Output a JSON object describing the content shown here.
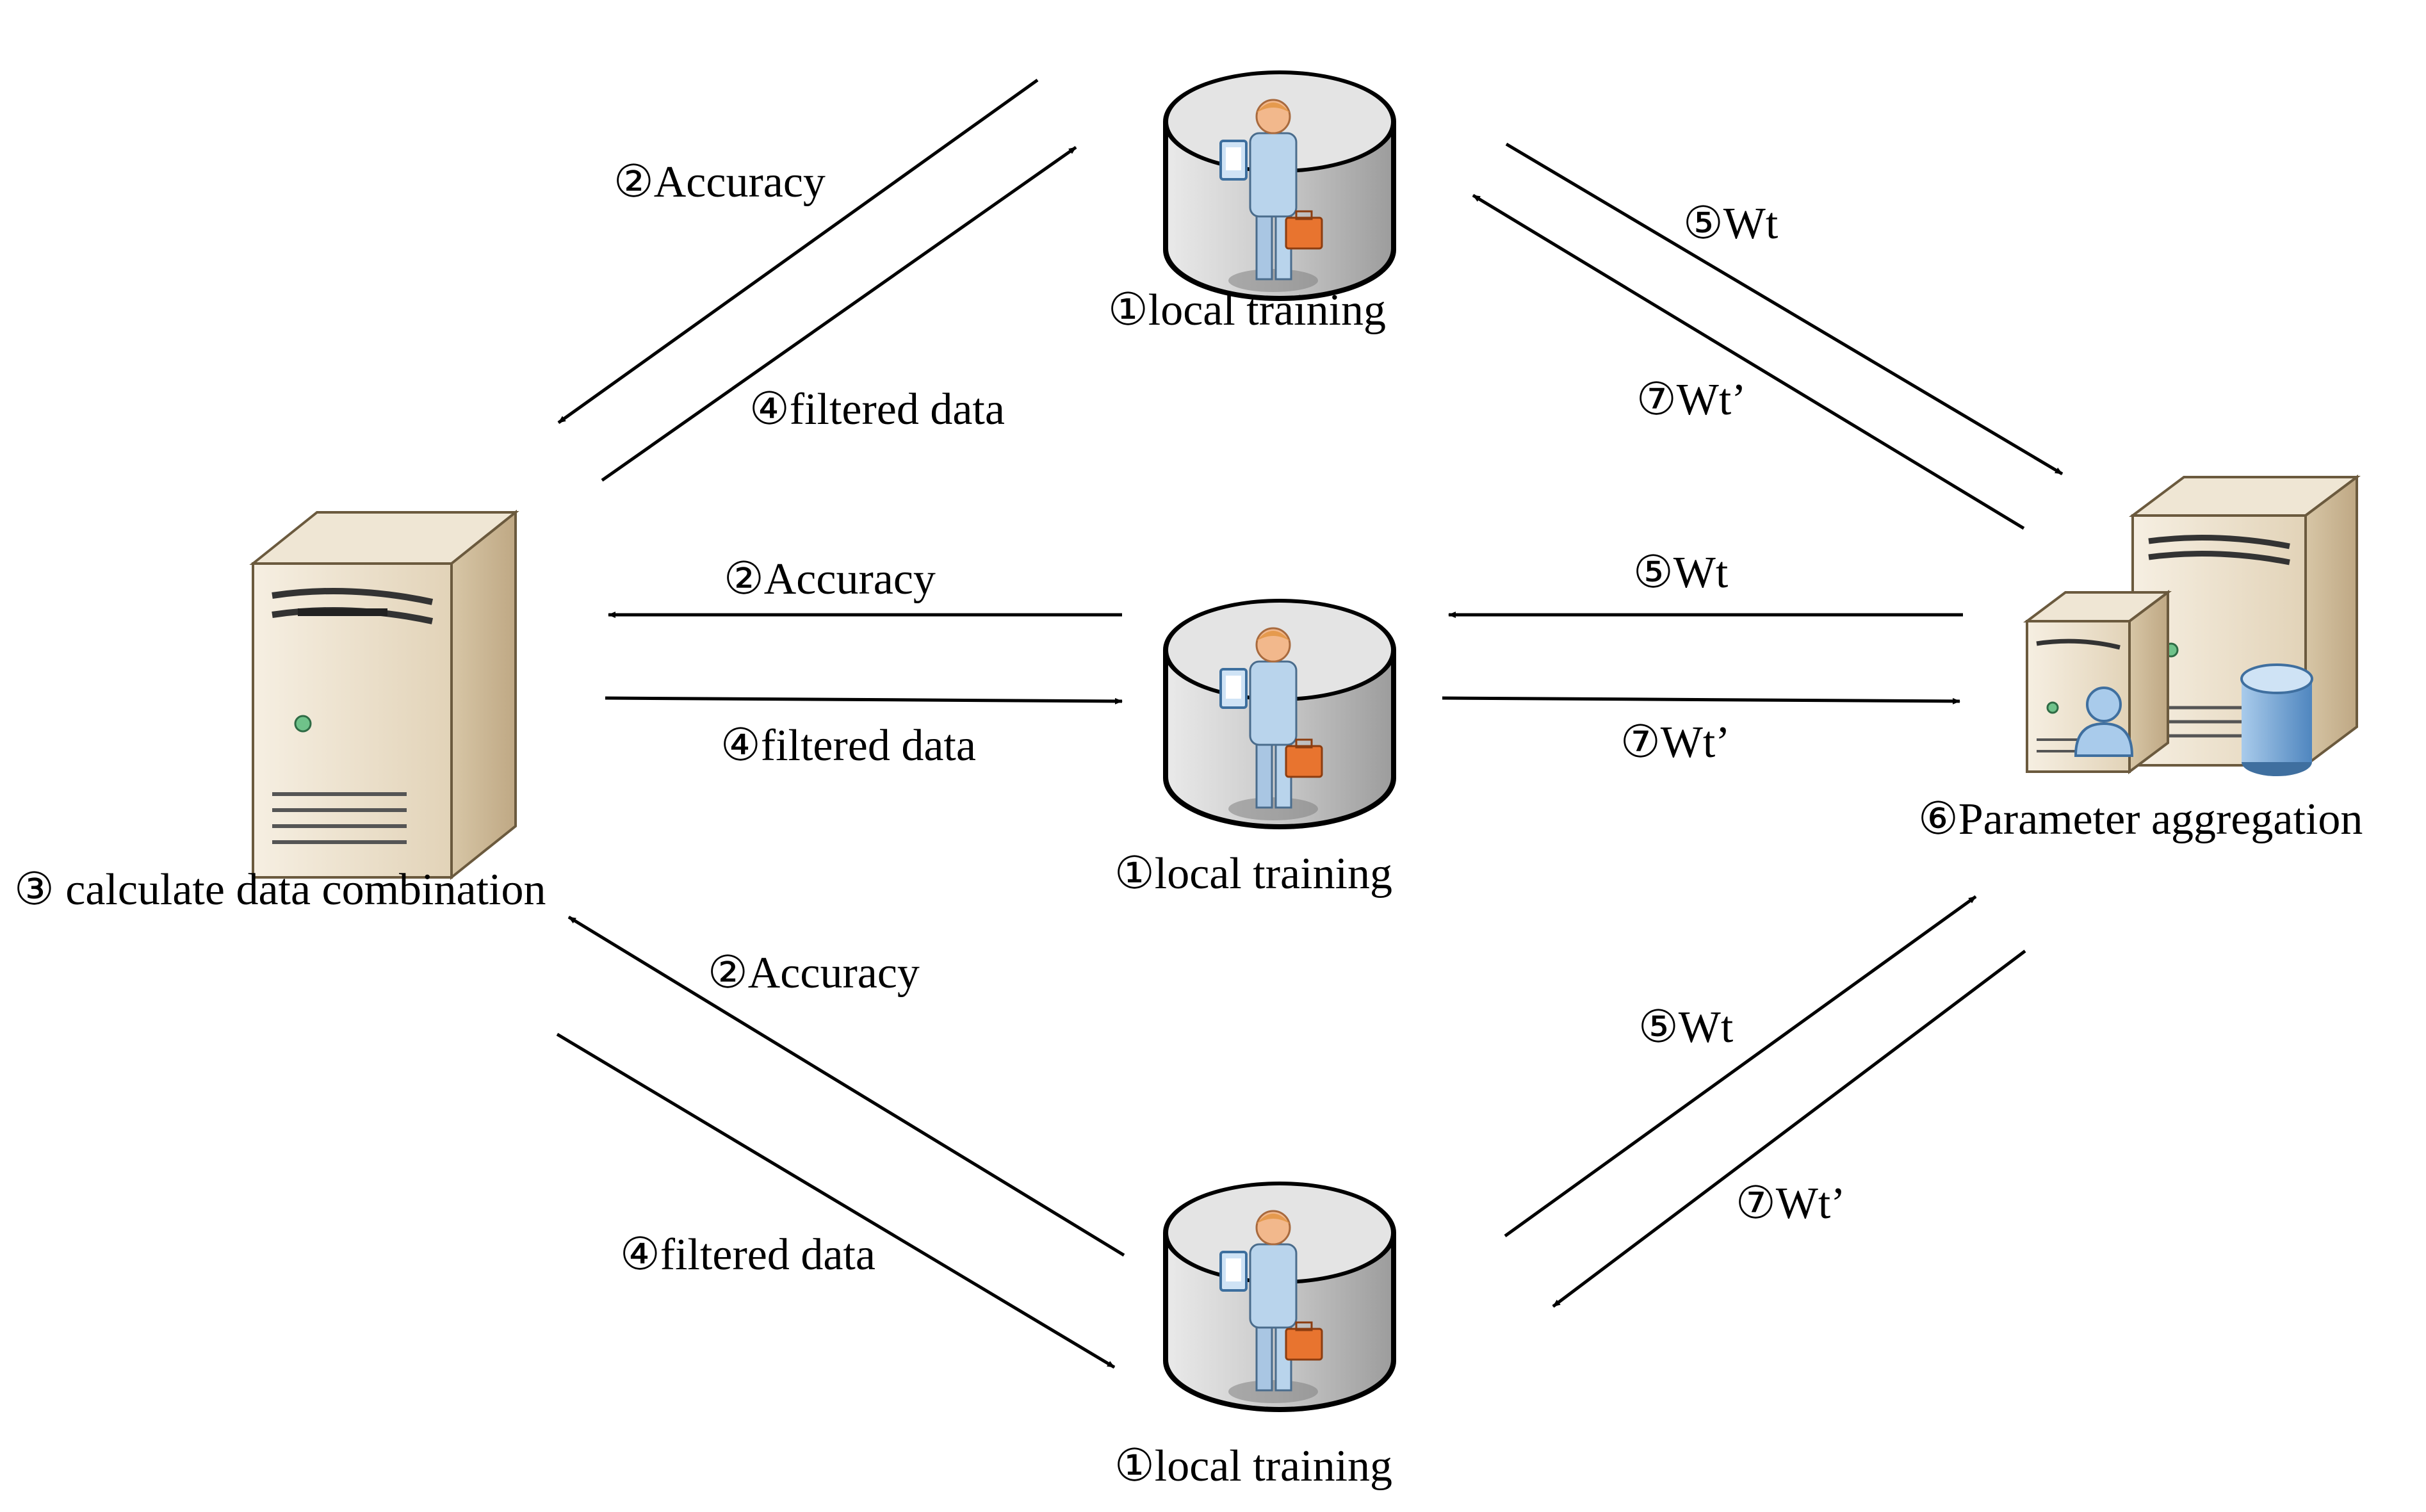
{
  "nodes": {
    "client_top": {
      "label": "①local training",
      "icon": "client-database-person-icon"
    },
    "client_middle": {
      "label": "①local training",
      "icon": "client-database-person-icon"
    },
    "client_bottom": {
      "label": "①local training",
      "icon": "client-database-person-icon"
    },
    "combiner_server": {
      "label": "③ calculate data combination",
      "icon": "server-tower-icon"
    },
    "aggregation_server": {
      "label": "⑥Parameter aggregation",
      "icon": "server-group-icon"
    }
  },
  "edges": {
    "top_accuracy": "②Accuracy",
    "top_filtered": "④filtered data",
    "top_wt": "⑤Wt",
    "top_wt_prime": "⑦Wt’",
    "mid_accuracy": "②Accuracy",
    "mid_filtered": "④filtered data",
    "mid_wt": "⑤Wt",
    "mid_wt_prime": "⑦Wt’",
    "bot_accuracy": "②Accuracy",
    "bot_filtered": "④filtered data",
    "bot_wt": "⑤Wt",
    "bot_wt_prime": "⑦Wt’"
  },
  "colors": {
    "arrow": "#000000",
    "server_beige": "#e8dcc6",
    "client_grey": "#bfbfbf",
    "person_blue": "#b9d4ec",
    "briefcase_orange": "#e8742f",
    "db_blue": "#7fb0de"
  }
}
